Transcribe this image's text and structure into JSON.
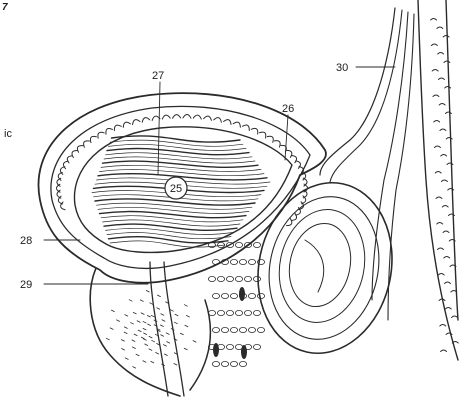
{
  "figure": {
    "corner_text": "7",
    "side_text": "ic",
    "labels": [
      {
        "id": "label-25",
        "text": "25"
      },
      {
        "id": "label-26",
        "text": "26"
      },
      {
        "id": "label-27",
        "text": "27"
      },
      {
        "id": "label-28",
        "text": "28"
      },
      {
        "id": "label-29",
        "text": "29"
      },
      {
        "id": "label-30",
        "text": "30"
      }
    ]
  },
  "colors": {
    "ink": "#2a2a2a",
    "paper": "#ffffff"
  }
}
